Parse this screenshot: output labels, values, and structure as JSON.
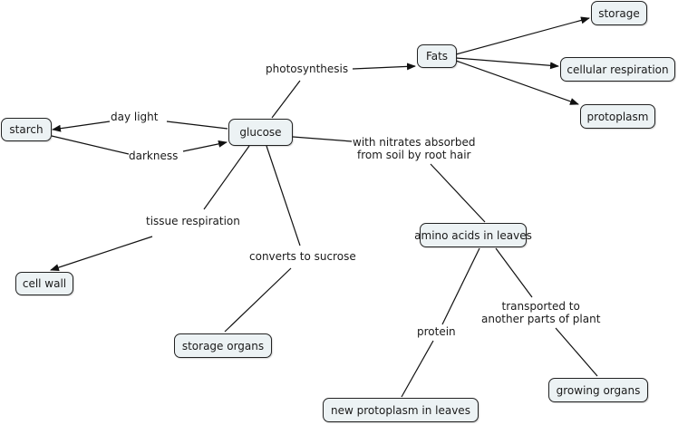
{
  "title": "Concept map: glucose in plants",
  "colors": {
    "node_fill": "#ecf2f4",
    "node_border": "#222222",
    "line": "#111111"
  },
  "nodes": {
    "starch": "starch",
    "glucose": "glucose",
    "fats": "Fats",
    "storage": "storage",
    "cellular_respiration": "cellular respiration",
    "protoplasm": "protoplasm",
    "amino_acids": "amino acids in leaves",
    "cell_wall": "cell wall",
    "storage_organs": "storage organs",
    "new_protoplasm": "new protoplasm in leaves",
    "growing_organs": "growing organs"
  },
  "links": {
    "day_light": "day light",
    "darkness": "darkness",
    "photosynthesis": "photosynthesis",
    "nitrates_line1": "with nitrates absorbed",
    "nitrates_line2": "from soil by root hair",
    "tissue_respiration": "tissue respiration",
    "converts_to_sucrose": "converts to sucrose",
    "protein": "protein",
    "transported_line1": "transported to",
    "transported_line2": "another parts of plant"
  },
  "connections": [
    {
      "from": "glucose",
      "via": "day light",
      "to": "starch"
    },
    {
      "from": "starch",
      "via": "darkness",
      "to": "glucose"
    },
    {
      "from": "glucose",
      "via": "photosynthesis",
      "to": "Fats"
    },
    {
      "from": "Fats",
      "to": "storage"
    },
    {
      "from": "Fats",
      "to": "cellular respiration"
    },
    {
      "from": "Fats",
      "to": "protoplasm"
    },
    {
      "from": "glucose",
      "via": "with nitrates absorbed from soil by root hair",
      "to": "amino acids in leaves"
    },
    {
      "from": "glucose",
      "via": "tissue respiration",
      "to": "cell wall"
    },
    {
      "from": "glucose",
      "via": "converts to sucrose",
      "to": "storage organs"
    },
    {
      "from": "amino acids in leaves",
      "via": "protein",
      "to": "new protoplasm in leaves"
    },
    {
      "from": "amino acids in leaves",
      "via": "transported to another parts of plant",
      "to": "growing organs"
    }
  ]
}
